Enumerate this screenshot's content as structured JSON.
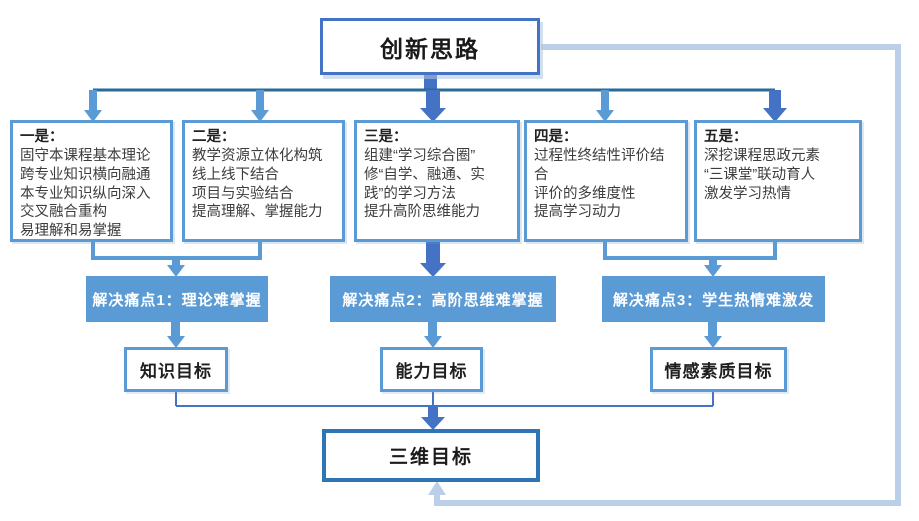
{
  "title": {
    "label": "创新思路"
  },
  "strategies": [
    {
      "heading": "一是：",
      "lines": [
        "固守本课程基本理论",
        "跨专业知识横向融通",
        "本专业知识纵向深入",
        "交叉融合重构",
        "易理解和易掌握"
      ]
    },
    {
      "heading": "二是：",
      "lines": [
        "教学资源立体化构筑",
        "线上线下结合",
        "项目与实验结合",
        "提高理解、掌握能力"
      ]
    },
    {
      "heading": "三是：",
      "lines": [
        "组建“学习综合圈”",
        "修“自学、融通、实践”的学习方法",
        "提升高阶思维能力"
      ]
    },
    {
      "heading": "四是：",
      "lines": [
        "过程性终结性评价结合",
        "评价的多维度性",
        "提高学习动力"
      ]
    },
    {
      "heading": "五是：",
      "lines": [
        "深挖课程思政元素",
        "“三课堂”联动育人",
        "激发学习热情"
      ]
    }
  ],
  "pain_points": [
    {
      "label": "解决痛点1：理论难掌握"
    },
    {
      "label": "解决痛点2：高阶思维难掌握"
    },
    {
      "label": "解决痛点3：学生热情难激发"
    }
  ],
  "goals": [
    {
      "label": "知识目标"
    },
    {
      "label": "能力目标"
    },
    {
      "label": "情感素质目标"
    }
  ],
  "final_goal": {
    "label": "三维目标"
  },
  "colors": {
    "title_border": "#4472C4",
    "box_border": "#5B9BD5",
    "pain_fill": "#5B9BD5",
    "final_border": "#2E75B6",
    "distribution_line": "#2B6A99",
    "thick_arrow": "#4472C4",
    "feedback_line": "#BCCFE8"
  }
}
